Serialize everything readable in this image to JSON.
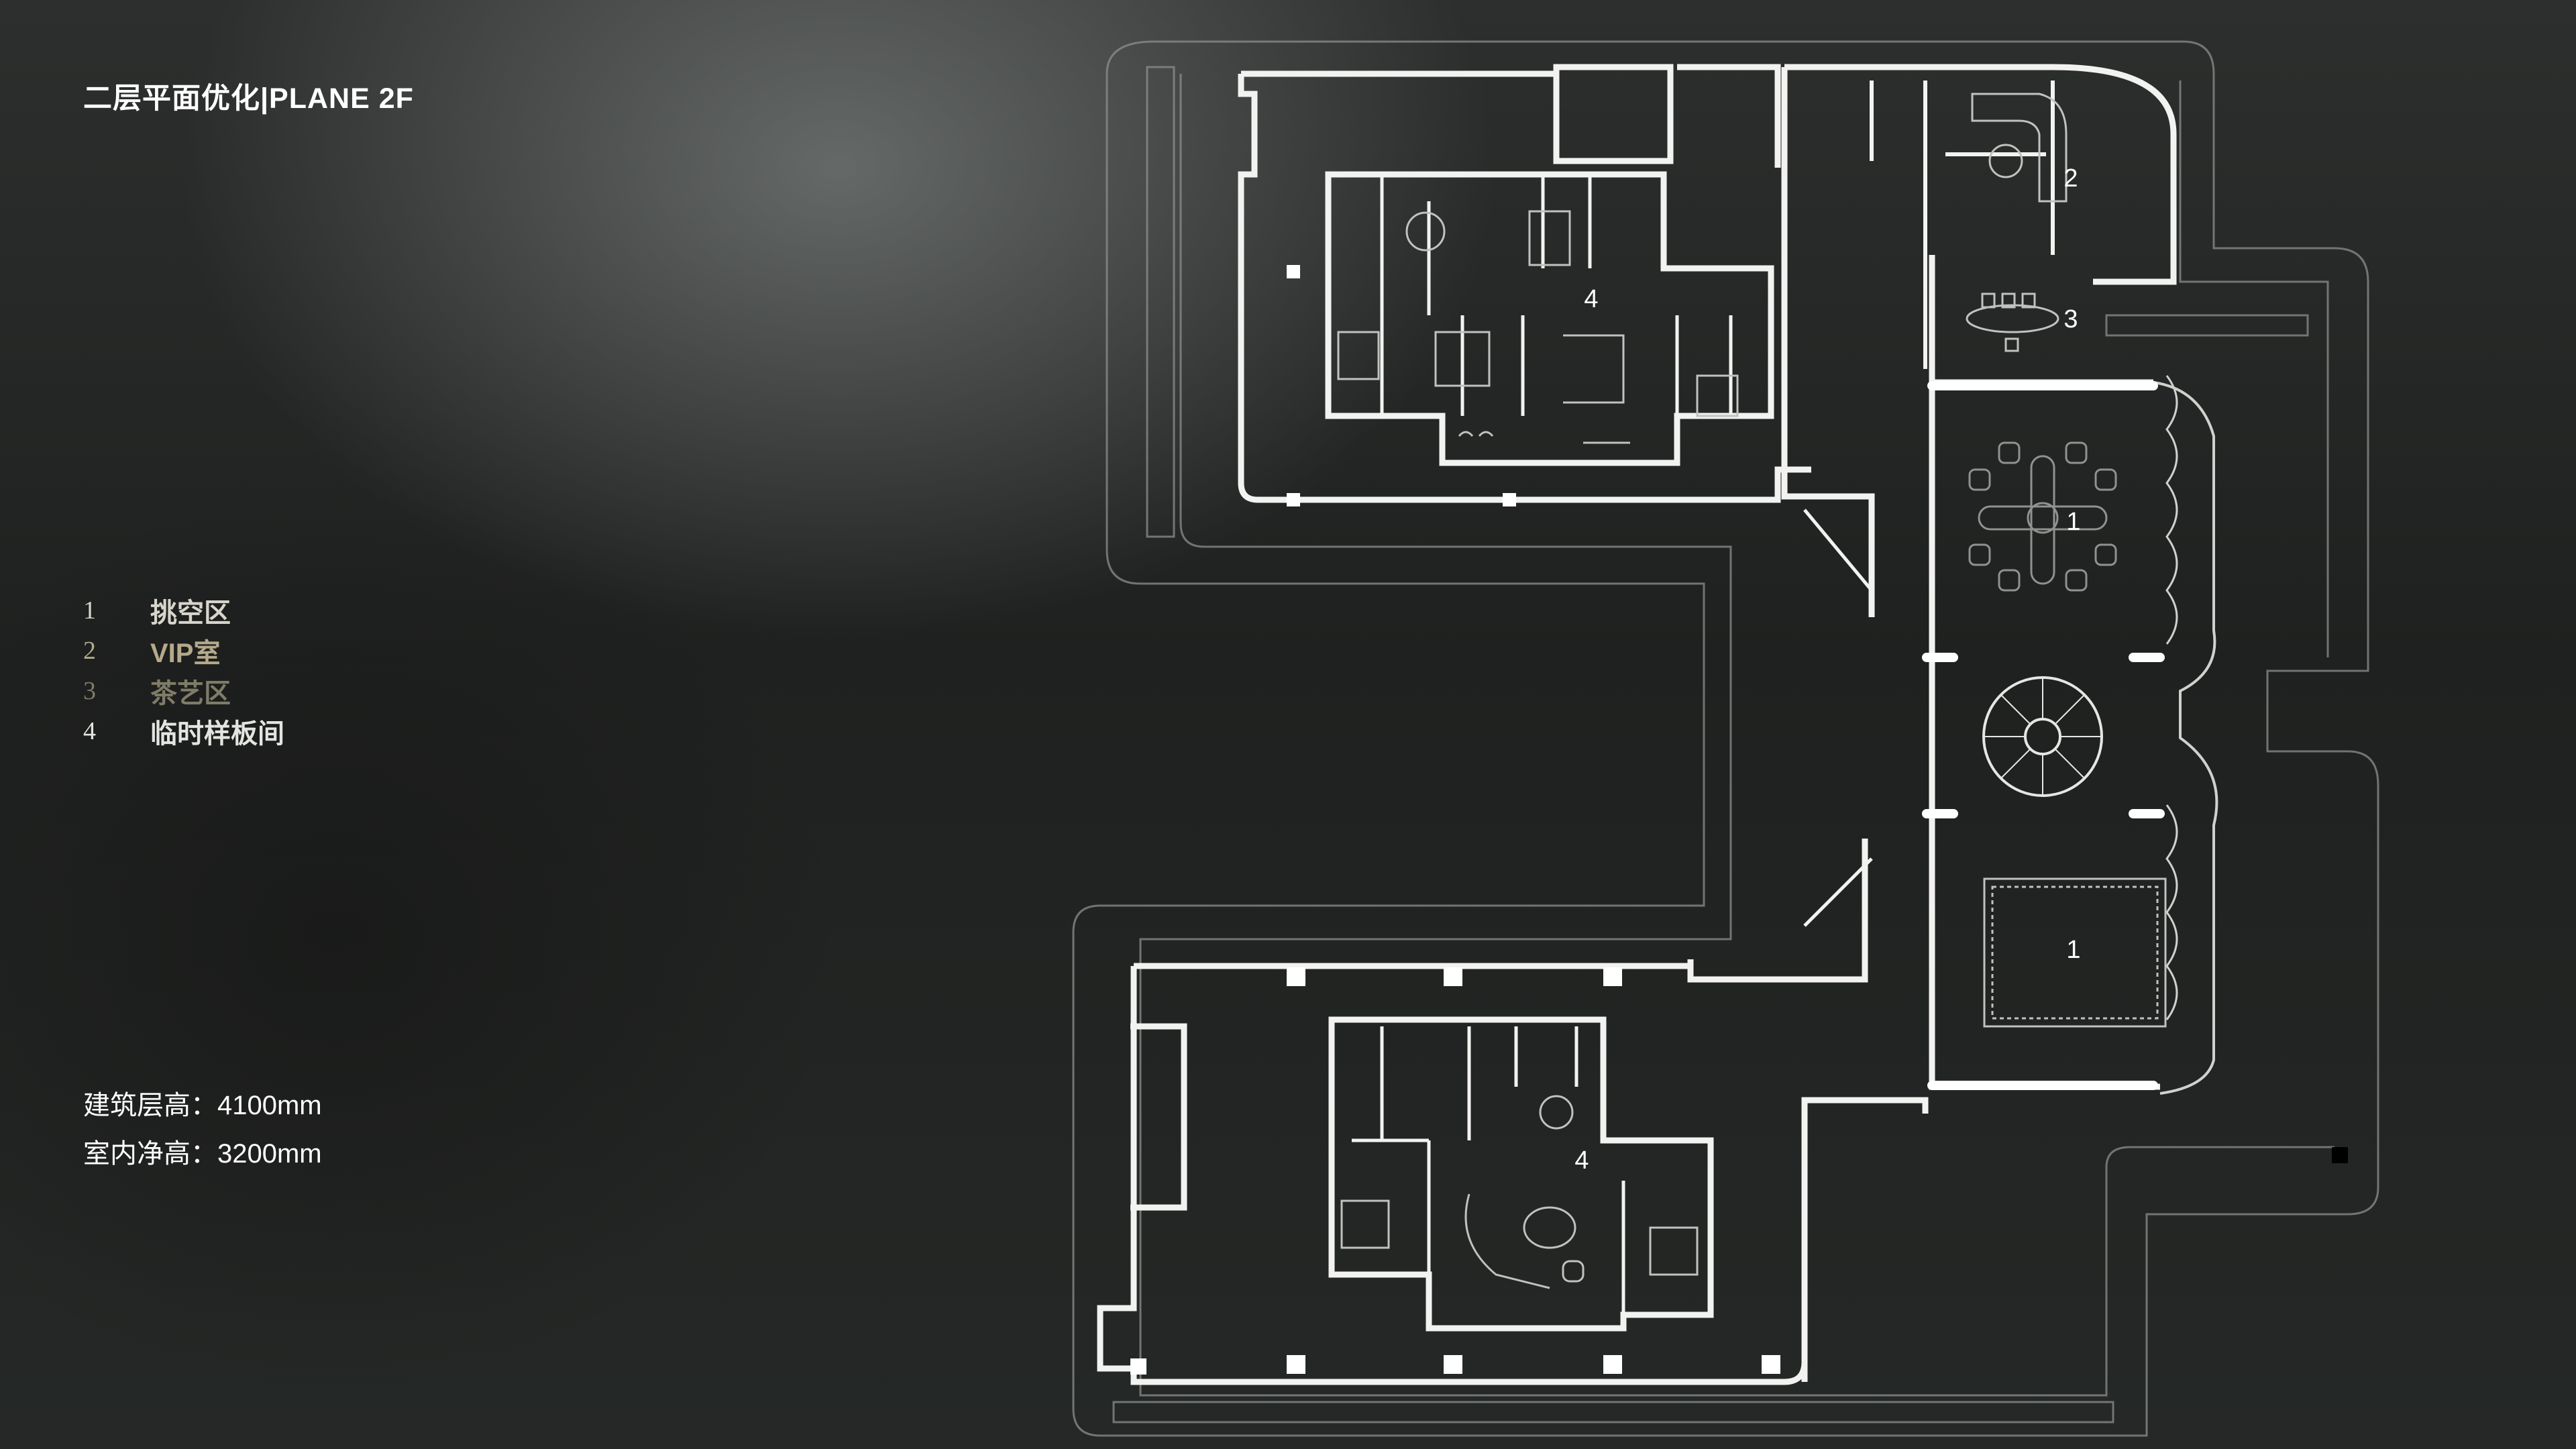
{
  "title": "二层平面优化|PLANE  2F",
  "legend": [
    {
      "num": "1",
      "label": "挑空区",
      "color": "#d8d6cc"
    },
    {
      "num": "2",
      "label": "VIP室",
      "color": "#b4a98a"
    },
    {
      "num": "3",
      "label": "茶艺区",
      "color": "#7f7c67"
    },
    {
      "num": "4",
      "label": "临时样板间",
      "color": "#e3e5e1"
    }
  ],
  "specs": {
    "floor_height": "建筑层高：4100mm",
    "clear_height": "室内净高：3200mm"
  },
  "plan_labels": {
    "upper_apartment": "4",
    "vip": "2",
    "tea": "3",
    "atrium_upper": "1",
    "atrium_lower": "1",
    "lower_apartment": "4"
  },
  "colors": {
    "wall": "#f2f2f0",
    "outline": "#8c8f8c",
    "furniture": "#bfc2bf"
  }
}
